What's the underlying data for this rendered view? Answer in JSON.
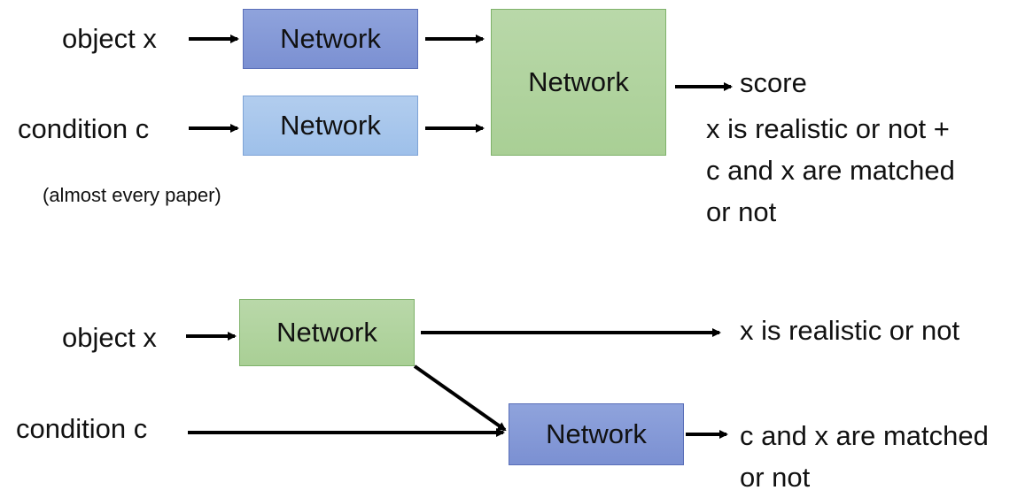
{
  "top": {
    "object_label": "object x",
    "condition_label": "condition c",
    "network1_label": "Network",
    "network2_label": "Network",
    "network3_label": "Network",
    "score_label": "score",
    "output_line1": "x is realistic or not +",
    "output_line2": "c and x are matched",
    "output_line3": "or not",
    "caption": "(almost every paper)"
  },
  "bottom": {
    "object_label": "object x",
    "condition_label": "condition c",
    "network1_label": "Network",
    "network2_label": "Network",
    "output1": "x is realistic or not",
    "output2_line1": "c and x are matched",
    "output2_line2": "or not"
  },
  "colors": {
    "blue_dark": "#8fa3dc",
    "blue_light": "#b2cdee",
    "green": "#b9d8a9",
    "arrow": "#000000"
  }
}
